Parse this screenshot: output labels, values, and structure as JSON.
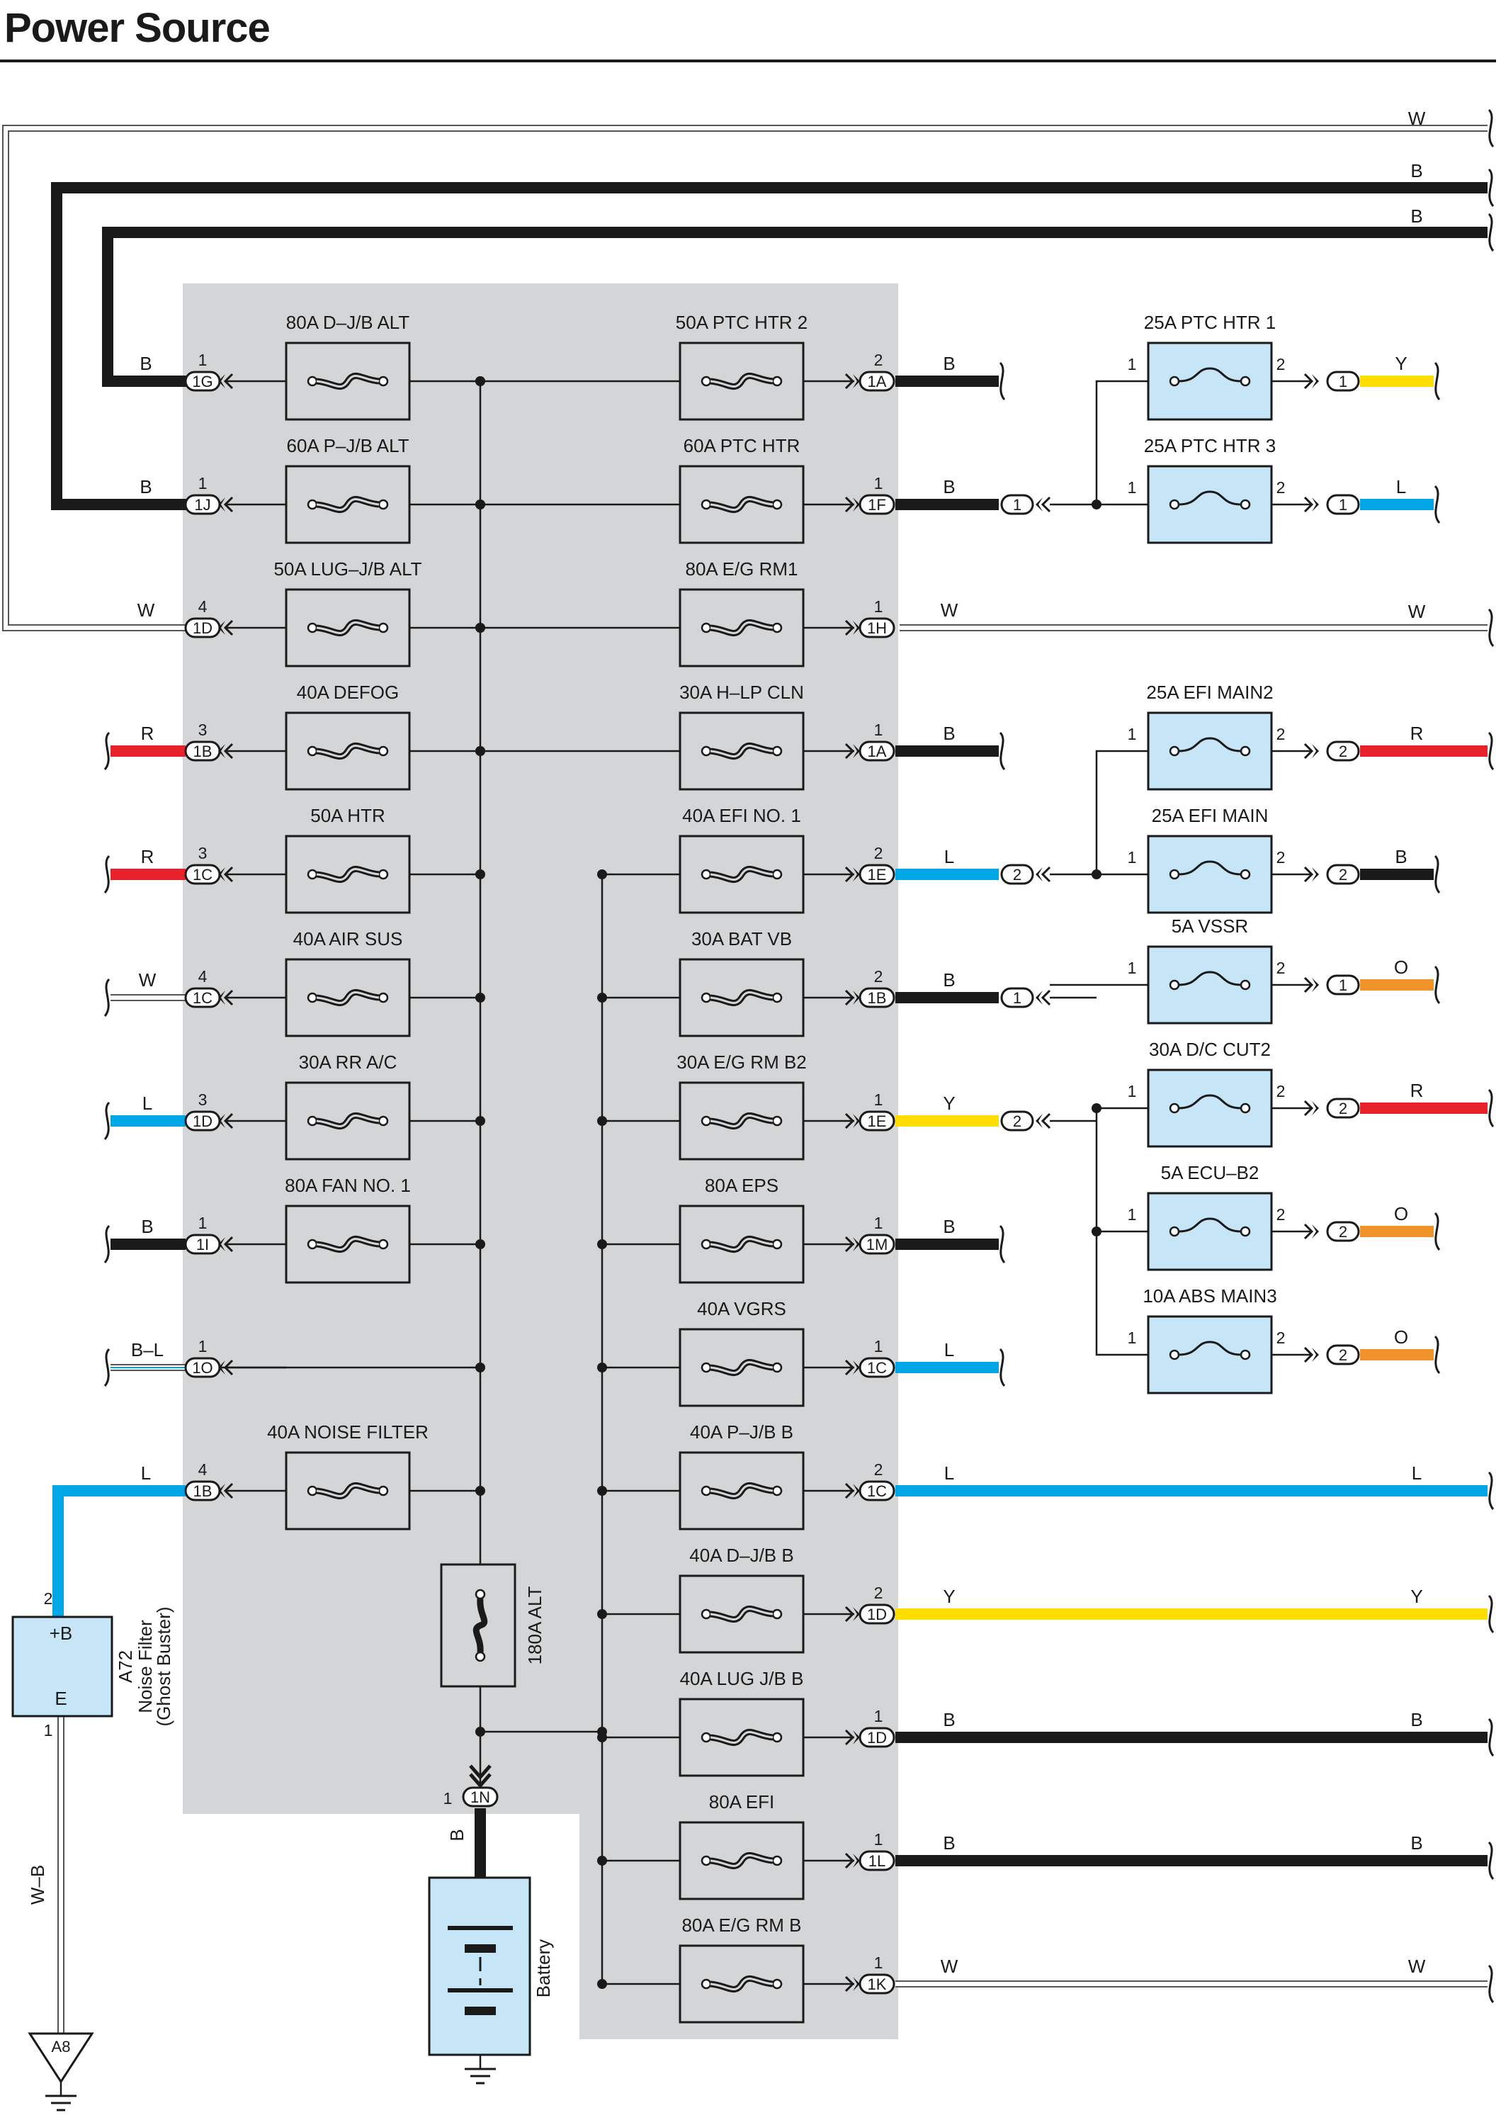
{
  "title": "Power Source",
  "colors": {
    "B": "#1a1a1a",
    "W": "#ffffff",
    "R": "#e8222a",
    "L": "#00a6e6",
    "Y": "#ffdd00",
    "O": "#f0922a",
    "W-B": "#ffffff",
    "B-L": "#ffffff",
    "jb_panel": "#d4d5d6",
    "component_fill": "#c6e6f8"
  },
  "left_fuses": [
    {
      "label": "80A D–J/B ALT",
      "pin": "1",
      "conn": "1G",
      "wire": "B",
      "wire_end": "top_loop_inner"
    },
    {
      "label": "60A P–J/B ALT",
      "pin": "1",
      "conn": "1J",
      "wire": "B",
      "wire_end": "top_loop_outer"
    },
    {
      "label": "50A LUG–J/B ALT",
      "pin": "4",
      "conn": "1D",
      "wire": "W",
      "wire_end": "top_loop_w"
    },
    {
      "label": "40A DEFOG",
      "pin": "3",
      "conn": "1B",
      "wire": "R",
      "wire_end": "break"
    },
    {
      "label": "50A HTR",
      "pin": "3",
      "conn": "1C",
      "wire": "R",
      "wire_end": "break"
    },
    {
      "label": "40A AIR SUS",
      "pin": "4",
      "conn": "1C",
      "wire": "W",
      "wire_end": "break"
    },
    {
      "label": "30A RR A/C",
      "pin": "3",
      "conn": "1D",
      "wire": "L",
      "wire_end": "break"
    },
    {
      "label": "80A FAN NO. 1",
      "pin": "1",
      "conn": "1I",
      "wire": "B",
      "wire_end": "break"
    },
    {
      "label": "",
      "pin": "1",
      "conn": "1O",
      "wire": "B–L",
      "wire_end": "break"
    },
    {
      "label": "40A NOISE FILTER",
      "pin": "4",
      "conn": "1B",
      "wire": "L",
      "wire_end": "noise_filter"
    }
  ],
  "right_fuses": [
    {
      "label": "50A PTC HTR 2",
      "pin": "2",
      "conn": "1A",
      "wire": "B",
      "wire_end": "break"
    },
    {
      "label": "60A PTC HTR",
      "pin": "1",
      "conn": "1F",
      "wire": "B",
      "wire_end": "sub_1"
    },
    {
      "label": "80A E/G RM1",
      "pin": "1",
      "conn": "1H",
      "wire": "W",
      "wire_end": "top_loop_w"
    },
    {
      "label": "30A H–LP CLN",
      "pin": "1",
      "conn": "1A",
      "wire": "B",
      "wire_end": "break"
    },
    {
      "label": "40A EFI NO. 1",
      "pin": "2",
      "conn": "1E",
      "wire": "L",
      "wire_end": "sub_2"
    },
    {
      "label": "30A BAT VB",
      "pin": "2",
      "conn": "1B",
      "wire": "B",
      "wire_end": "sub_3"
    },
    {
      "label": "30A E/G RM B2",
      "pin": "1",
      "conn": "1E",
      "wire": "Y",
      "wire_end": "sub_4"
    },
    {
      "label": "80A EPS",
      "pin": "1",
      "conn": "1M",
      "wire": "B",
      "wire_end": "break"
    },
    {
      "label": "40A VGRS",
      "pin": "1",
      "conn": "1C",
      "wire": "L",
      "wire_end": "break"
    },
    {
      "label": "40A P–J/B B",
      "pin": "2",
      "conn": "1C",
      "wire": "L",
      "wire_end": "long"
    },
    {
      "label": "40A D–J/B B",
      "pin": "2",
      "conn": "1D",
      "wire": "Y",
      "wire_end": "long"
    },
    {
      "label": "40A LUG J/B B",
      "pin": "1",
      "conn": "1D",
      "wire": "B",
      "wire_end": "long"
    },
    {
      "label": "80A EFI",
      "pin": "1",
      "conn": "1L",
      "wire": "B",
      "wire_end": "long"
    },
    {
      "label": "80A E/G RM B",
      "pin": "1",
      "conn": "1K",
      "wire": "W",
      "wire_end": "long"
    }
  ],
  "sub_fuses": [
    {
      "label": "25A PTC HTR 1",
      "pin_in": "1",
      "pin_out": "2",
      "conn": "1",
      "wire": "Y",
      "end": "break"
    },
    {
      "label": "25A PTC HTR 3",
      "pin_in": "1",
      "pin_out": "2",
      "conn": "1",
      "wire": "L",
      "end": "break"
    },
    {
      "label": "25A EFI MAIN2",
      "pin_in": "1",
      "pin_out": "2",
      "conn": "2",
      "wire": "R",
      "end": "long"
    },
    {
      "label": "25A EFI MAIN",
      "pin_in": "1",
      "pin_out": "2",
      "conn": "2",
      "wire": "B",
      "end": "break"
    },
    {
      "label": "5A VSSR",
      "pin_in": "1",
      "pin_out": "2",
      "conn": "1",
      "wire": "O",
      "end": "break"
    },
    {
      "label": "30A D/C CUT2",
      "pin_in": "1",
      "pin_out": "2",
      "conn": "2",
      "wire": "R",
      "end": "long"
    },
    {
      "label": "5A ECU–B2",
      "pin_in": "1",
      "pin_out": "2",
      "conn": "2",
      "wire": "O",
      "end": "break"
    },
    {
      "label": "10A ABS MAIN3",
      "pin_in": "1",
      "pin_out": "2",
      "conn": "2",
      "wire": "O",
      "end": "break"
    }
  ],
  "inline_connectors": [
    {
      "text": "1",
      "feeds": "60A PTC HTR"
    },
    {
      "text": "2",
      "feeds": "40A EFI NO. 1"
    },
    {
      "text": "1",
      "feeds": "30A BAT VB"
    },
    {
      "text": "2",
      "feeds": "30A E/G RM B2"
    }
  ],
  "top_wires": [
    "W",
    "B",
    "B"
  ],
  "main_fuse": {
    "label": "180A ALT"
  },
  "battery": {
    "label": "Battery",
    "pin": "1",
    "conn": "1N",
    "wire": "B"
  },
  "noise_filter": {
    "code": "A72",
    "name": "Noise Filter",
    "note": "(Ghost Buster)",
    "term_top": "+B",
    "term_bottom": "E",
    "pin_top": "2",
    "pin_bottom": "1",
    "ground_wire": "W–B",
    "ground_point": "A8"
  }
}
